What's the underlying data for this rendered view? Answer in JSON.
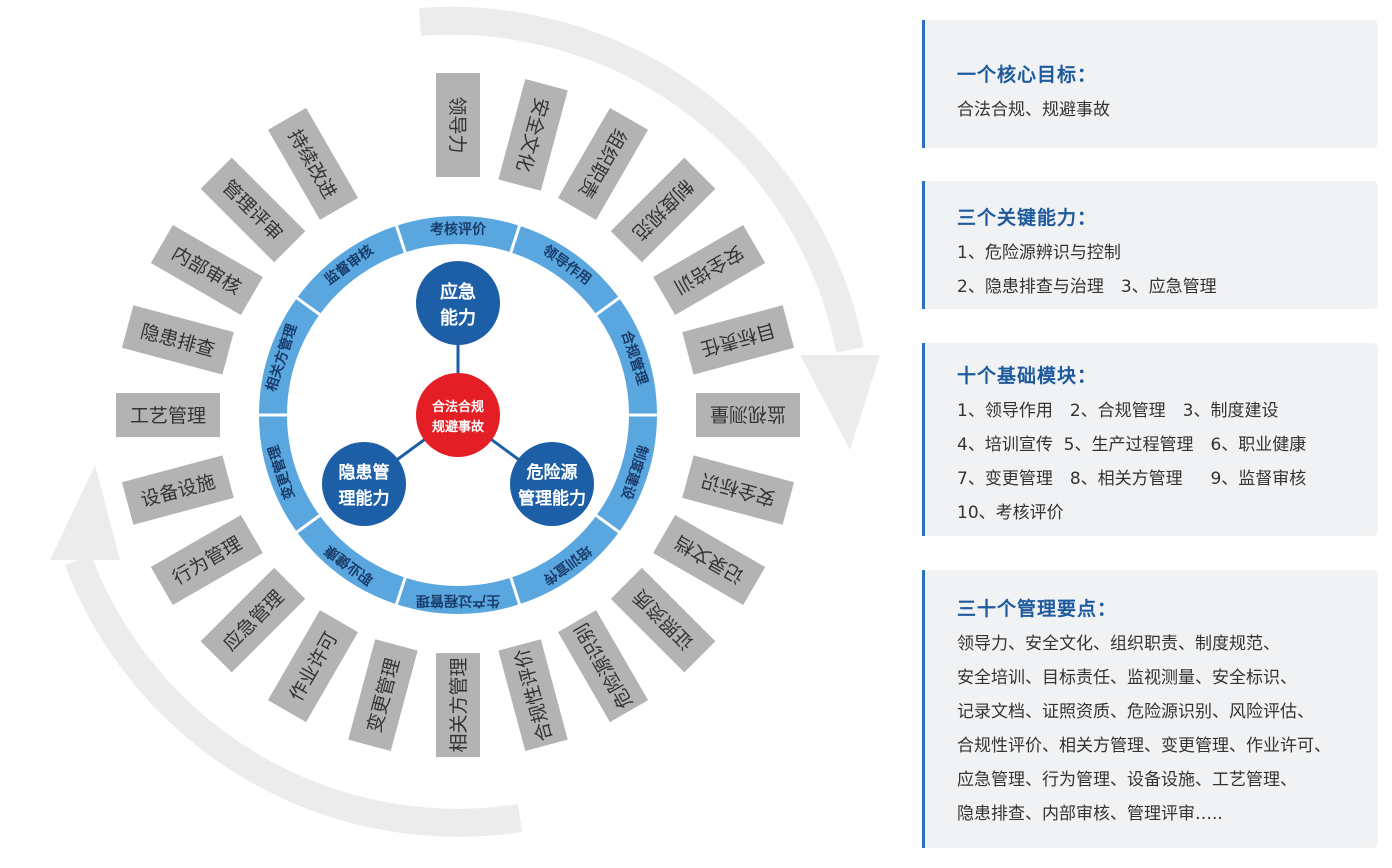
{
  "outer_tiles": [
    "领导力",
    "安全文化",
    "组织职责",
    "制度规范",
    "安全培训",
    "目标责任",
    "监视测量",
    "安全标识",
    "记录文档",
    "证照资质",
    "危险源识别",
    "合规性评价",
    "相关方管理",
    "变更管理",
    "作业许可",
    "应急管理",
    "行为管理",
    "设备设施",
    "工艺管理",
    "隐患排查",
    "内部审核",
    "管理评审",
    "持续改进"
  ],
  "ring_modules": [
    "考核评价",
    "领导作用",
    "合规管理",
    "制度建设",
    "培训宣传",
    "生产过程管理",
    "职业健康",
    "变更管理",
    "相关方管理",
    "监督审核"
  ],
  "center": {
    "core": [
      "合法合规",
      "规避事故"
    ],
    "top": [
      "应急",
      "能力"
    ],
    "left": [
      "隐患管",
      "理能力"
    ],
    "right": [
      "危险源",
      "管理能力"
    ]
  },
  "colors": {
    "accent": "#2c6fba",
    "ring": "#5aa7e0",
    "tile": "#b3b3b3",
    "core": "#e31e24",
    "node": "#1d5fa6",
    "arrow": "#ececec"
  },
  "panels": [
    {
      "title": "一个核心目标：",
      "lines": [
        "合法合规、规避事故"
      ]
    },
    {
      "title": "三个关键能力：",
      "lines": [
        "1、危险源辨识与控制",
        "2、隐患排查与治理　3、应急管理"
      ]
    },
    {
      "title": "十个基础模块：",
      "lines": [
        "1、领导作用　2、合规管理　3、制度建设",
        "4、培训宣传  5、生产过程管理　6、职业健康",
        "7、变更管理　8、相关方管理　  9、监督审核",
        "10、考核评价"
      ]
    },
    {
      "title": "三十个管理要点：",
      "lines": [
        "领导力、安全文化、组织职责、制度规范、",
        "安全培训、目标责任、监视测量、安全标识、",
        "记录文档、证照资质、危险源识别、风险评估、",
        "合规性评价、相关方管理、变更管理、作业许可、",
        "应急管理、行为管理、设备设施、工艺管理、",
        "隐患排查、内部审核、管理评审….."
      ]
    }
  ]
}
